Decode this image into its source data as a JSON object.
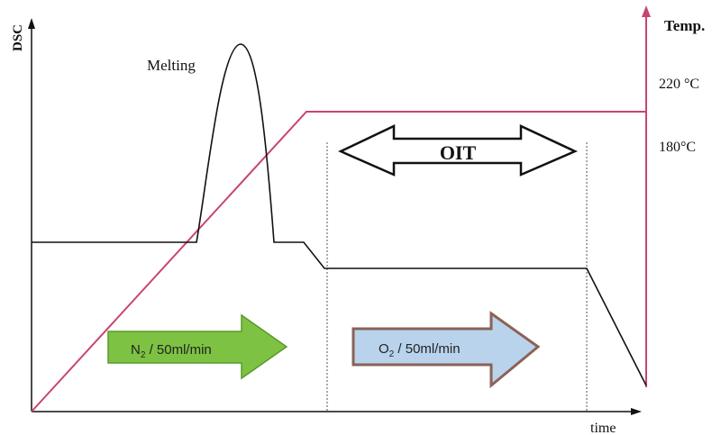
{
  "axes": {
    "left_label": "DSC",
    "right_label": "Temp.",
    "x_label": "time",
    "temp_high": "220 °C",
    "temp_low": "180°C"
  },
  "annotations": {
    "melting": "Melting",
    "oit": "OIT"
  },
  "atmospheres": {
    "n2": {
      "gas": "N",
      "sub": "2",
      "rate": " / 50ml/min"
    },
    "o2": {
      "gas": "O",
      "sub": "2",
      "rate": " / 50ml/min"
    }
  },
  "colors": {
    "axis": "#111111",
    "temp_line": "#c8456f",
    "n2_fill": "#7dc242",
    "n2_stroke": "#5a9a2a",
    "o2_fill": "#b9d3ec",
    "o2_stroke": "#8b6257"
  }
}
